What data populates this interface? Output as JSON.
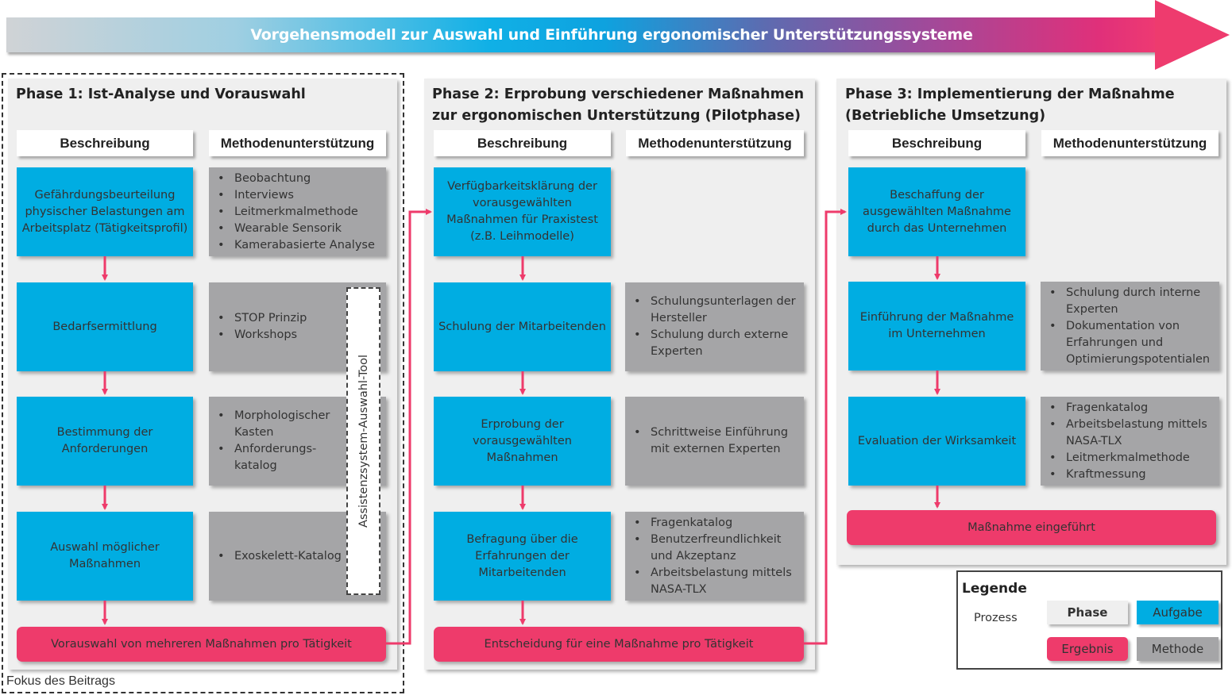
{
  "title": "Vorgehensmodell zur Auswahl und Einführung ergonomischer Unterstützungssysteme",
  "focus_label": "Fokus des Beitrags",
  "tool_label": "Assistenzsystem-Auswahl-Tool",
  "column_headers": {
    "description": "Beschreibung",
    "methods": "Methodenunterstützung"
  },
  "colors": {
    "phase": "#efefef",
    "task": "#00ade2",
    "result": "#ee3b6b",
    "method": "#a5a5a7",
    "process_arrow": "#ee3b6b"
  },
  "phases": [
    {
      "title": "Phase 1: Ist-Analyse und Vorauswahl",
      "steps": [
        {
          "task": "Gefährdungsbeurteilung physischer Belastungen am Arbeitsplatz (Tätigkeitsprofil)",
          "methods": [
            "Beobachtung",
            "Interviews",
            "Leitmerkmalmethode",
            "Wearable Sensorik",
            "Kamerabasierte Analyse"
          ]
        },
        {
          "task": "Bedarfsermittlung",
          "methods": [
            "STOP Prinzip",
            "Workshops"
          ]
        },
        {
          "task": "Bestimmung der Anforderungen",
          "methods": [
            "Morphologischer Kasten",
            "Anforderungs-katalog"
          ]
        },
        {
          "task": "Auswahl möglicher Maßnahmen",
          "methods": [
            "Exoskelett-Katalog"
          ]
        }
      ],
      "result": "Vorauswahl von mehreren Maßnahmen pro Tätigkeit"
    },
    {
      "title": "Phase 2: Erprobung verschiedener Maßnahmen zur ergonomischen Unterstützung (Pilotphase)",
      "steps": [
        {
          "task": "Verfügbarkeitsklärung der vorausgewählten Maßnahmen für Praxistest (z.B. Leihmodelle)",
          "methods": []
        },
        {
          "task": "Schulung der Mitarbeitenden",
          "methods": [
            "Schulungsunterlagen der Hersteller",
            "Schulung durch externe Experten"
          ]
        },
        {
          "task": "Erprobung der vorausgewählten Maßnahmen",
          "methods": [
            "Schrittweise Einführung mit externen Experten"
          ]
        },
        {
          "task": "Befragung über die Erfahrungen der Mitarbeitenden",
          "methods": [
            "Fragenkatalog",
            "Benutzerfreundlichkeit und Akzeptanz",
            "Arbeitsbelastung mittels NASA-TLX"
          ]
        }
      ],
      "result": "Entscheidung für eine Maßnahme pro Tätigkeit"
    },
    {
      "title": "Phase 3: Implementierung der Maßnahme (Betriebliche Umsetzung)",
      "steps": [
        {
          "task": "Beschaffung der ausgewählten Maßnahme durch das Unternehmen",
          "methods": []
        },
        {
          "task": "Einführung der Maßnahme im Unternehmen",
          "methods": [
            "Schulung durch interne Experten",
            "Dokumentation von Erfahrungen und Optimierungspotentialen"
          ]
        },
        {
          "task": "Evaluation der Wirksamkeit",
          "methods": [
            "Fragenkatalog",
            "Arbeitsbelastung mittels NASA-TLX",
            "Leitmerkmalmethode",
            "Kraftmessung"
          ]
        }
      ],
      "result": "Maßnahme eingeführt"
    }
  ],
  "legend": {
    "title": "Legende",
    "process": "Prozess",
    "phase": "Phase",
    "task": "Aufgabe",
    "result": "Ergebnis",
    "method": "Methode"
  }
}
